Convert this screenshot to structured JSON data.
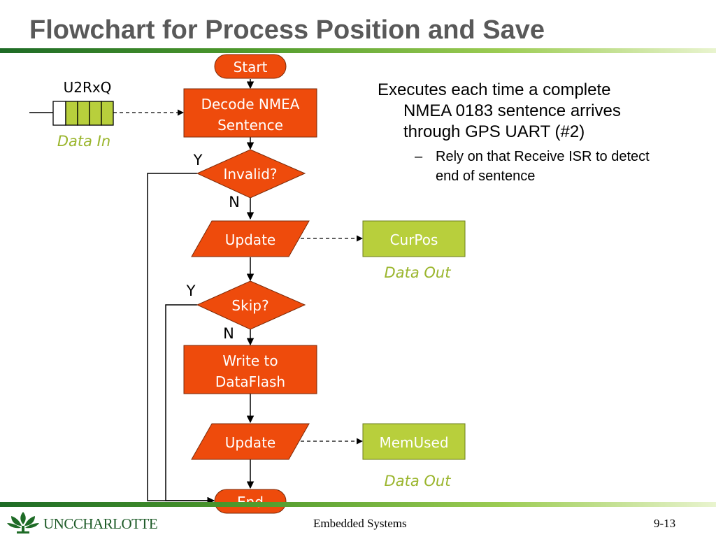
{
  "slide": {
    "title": "Flowchart for Process Position and Save"
  },
  "flowchart": {
    "queue_label": "U2RxQ",
    "data_in_label": "Data In",
    "start": "Start",
    "decode_line1": "Decode NMEA",
    "decode_line2": "Sentence",
    "invalid": "Invalid?",
    "invalid_yes": "Y",
    "invalid_no": "N",
    "update1": "Update",
    "curpos": "CurPos",
    "data_out1": "Data Out",
    "skip": "Skip?",
    "skip_yes": "Y",
    "skip_no": "N",
    "write_line1": "Write to",
    "write_line2": "DataFlash",
    "update2": "Update",
    "memused": "MemUsed",
    "data_out2": "Data Out",
    "end": "End"
  },
  "notes": {
    "main_line1": "Executes each time a complete",
    "main_line2": "NMEA 0183 sentence arrives",
    "main_line3": "through GPS UART (#2)",
    "sub_dash": "–",
    "sub_line1": "Rely on that Receive ISR to detect",
    "sub_line2": "end of sentence"
  },
  "footer": {
    "logo_text": "UNCCHARLOTTE",
    "course": "Embedded Systems",
    "page": "9-13"
  },
  "colors": {
    "process_fill": "#ee4b0c",
    "data_fill": "#b8cf3c",
    "data_label": "#9ab52c",
    "title": "#595959"
  }
}
